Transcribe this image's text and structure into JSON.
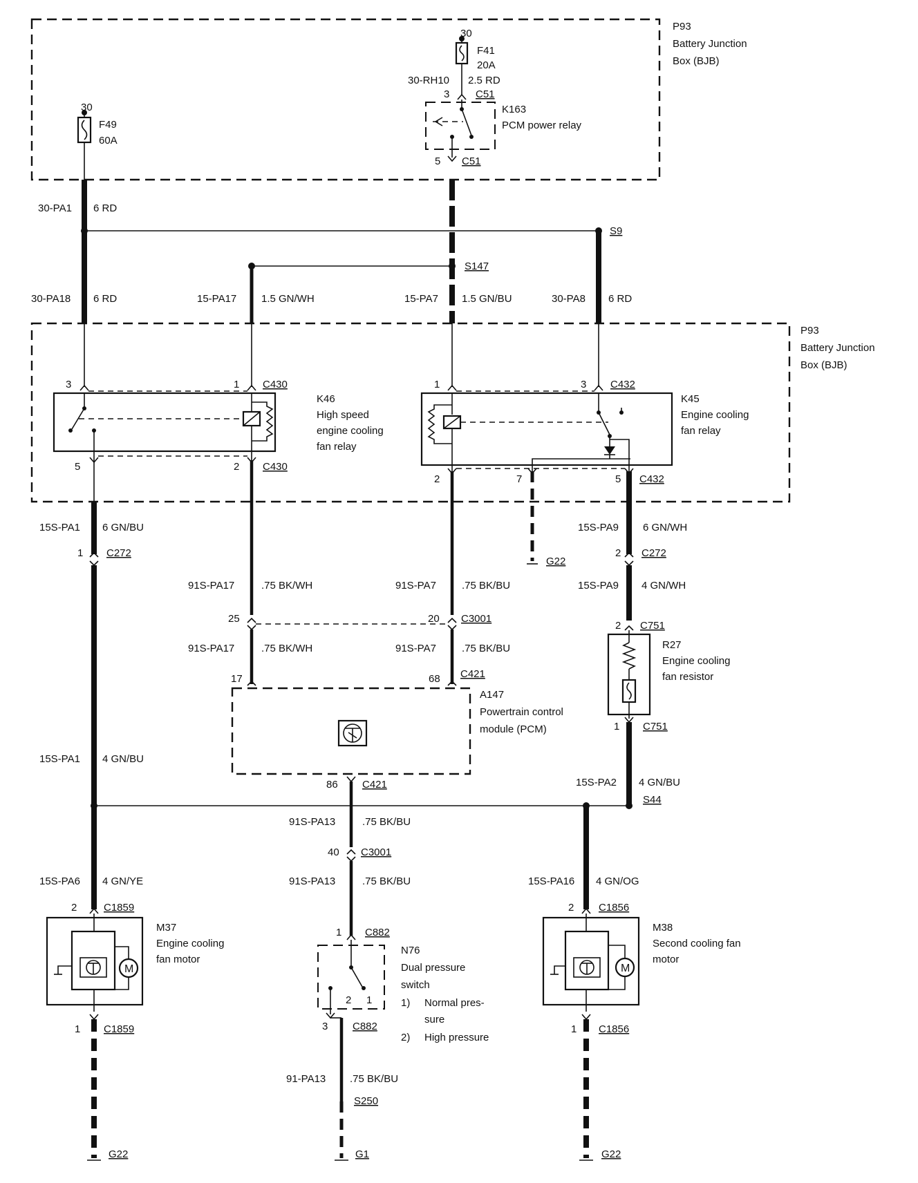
{
  "bjb_top": {
    "id": "P93",
    "line1": "Battery Junction",
    "line2": "Box (BJB)"
  },
  "bjb_mid": {
    "id": "P93",
    "line1": "Battery Junction",
    "line2": "Box (BJB)"
  },
  "f41": {
    "pin": "30",
    "id": "F41",
    "rating": "20A"
  },
  "f49": {
    "pin": "30",
    "id": "F49",
    "rating": "60A"
  },
  "k163": {
    "id": "K163",
    "name": "PCM power relay",
    "pin_in": "3",
    "conn_in": "C51",
    "pin_out": "5",
    "conn_out": "C51"
  },
  "wires": {
    "w30_rh10": {
      "circuit": "30-RH10",
      "spec": "2.5 RD"
    },
    "w30_pa1": {
      "circuit": "30-PA1",
      "spec": "6 RD"
    },
    "w30_pa18": {
      "circuit": "30-PA18",
      "spec": "6 RD"
    },
    "w15_pa17": {
      "circuit": "15-PA17",
      "spec": "1.5 GN/WH"
    },
    "w15_pa7": {
      "circuit": "15-PA7",
      "spec": "1.5 GN/BU"
    },
    "w30_pa8": {
      "circuit": "30-PA8",
      "spec": "6 RD"
    },
    "w15s_pa1_top": {
      "circuit": "15S-PA1",
      "spec": "6 GN/BU"
    },
    "w15s_pa9_top": {
      "circuit": "15S-PA9",
      "spec": "6 GN/WH"
    },
    "w15s_pa9_mid": {
      "circuit": "15S-PA9",
      "spec": "4 GN/WH"
    },
    "w91s_pa17_a": {
      "circuit": "91S-PA17",
      "spec": ".75 BK/WH"
    },
    "w91s_pa17_b": {
      "circuit": "91S-PA17",
      "spec": ".75 BK/WH"
    },
    "w91s_pa7_a": {
      "circuit": "91S-PA7",
      "spec": ".75 BK/BU"
    },
    "w91s_pa7_b": {
      "circuit": "91S-PA7",
      "spec": ".75 BK/BU"
    },
    "w15s_pa1_mid": {
      "circuit": "15S-PA1",
      "spec": "4 GN/BU"
    },
    "w15s_pa2": {
      "circuit": "15S-PA2",
      "spec": "4 GN/BU"
    },
    "w91s_pa13_a": {
      "circuit": "91S-PA13",
      "spec": ".75 BK/BU"
    },
    "w91s_pa13_b": {
      "circuit": "91S-PA13",
      "spec": ".75 BK/BU"
    },
    "w15s_pa6": {
      "circuit": "15S-PA6",
      "spec": "4 GN/YE"
    },
    "w15s_pa16": {
      "circuit": "15S-PA16",
      "spec": "4 GN/OG"
    },
    "w91_pa13": {
      "circuit": "91-PA13",
      "spec": ".75 BK/BU"
    }
  },
  "splices": {
    "s9": "S9",
    "s147": "S147",
    "s44": "S44",
    "s250": "S250"
  },
  "k46": {
    "id": "K46",
    "line1": "High speed",
    "line2": "engine cooling",
    "line3": "fan relay",
    "pin3": "3",
    "pin1": "1",
    "conn_top": "C430",
    "pin5": "5",
    "pin2": "2",
    "conn_bot": "C430"
  },
  "k45": {
    "id": "K45",
    "line1": "Engine cooling",
    "line2": "fan relay",
    "pin1": "1",
    "pin3": "3",
    "conn_top": "C432",
    "pin2": "2",
    "pin7": "7",
    "pin5": "5",
    "conn_bot": "C432"
  },
  "c272": {
    "pin_left": "1",
    "conn_left": "C272",
    "pin_right": "2",
    "conn_right": "C272"
  },
  "c3001": {
    "pin25": "25",
    "pin20": "20",
    "conn": "C3001",
    "pin40": "40",
    "conn_b": "C3001"
  },
  "c421": {
    "pin17": "17",
    "pin68": "68",
    "conn": "C421",
    "pin86": "86",
    "conn_b": "C421"
  },
  "a147": {
    "id": "A147",
    "line1": "Powertrain control",
    "line2": "module (PCM)"
  },
  "r27": {
    "id": "R27",
    "line1": "Engine cooling",
    "line2": "fan resistor",
    "pin_top": "2",
    "conn_top": "C751",
    "pin_bot": "1",
    "conn_bot": "C751"
  },
  "m37": {
    "id": "M37",
    "line1": "Engine cooling",
    "line2": "fan motor",
    "pin_top": "2",
    "conn_top": "C1859",
    "pin_bot": "1",
    "conn_bot": "C1859",
    "motor": "M"
  },
  "m38": {
    "id": "M38",
    "line1": "Second cooling fan",
    "line2": "motor",
    "pin_top": "2",
    "conn_top": "C1856",
    "pin_bot": "1",
    "conn_bot": "C1856",
    "motor": "M"
  },
  "n76": {
    "id": "N76",
    "line1": "Dual pressure",
    "line2": "switch",
    "opt1_num": "1)",
    "opt1_a": "Normal pres-",
    "opt1_b": "sure",
    "opt2_num": "2)",
    "opt2": "High pressure",
    "pin_top": "1",
    "conn_top": "C882",
    "pin_bot": "3",
    "conn_bot": "C882",
    "sw2": "2",
    "sw1": "1"
  },
  "grounds": {
    "g22_mid": "G22",
    "g22_left": "G22",
    "g1": "G1",
    "g22_right": "G22"
  }
}
